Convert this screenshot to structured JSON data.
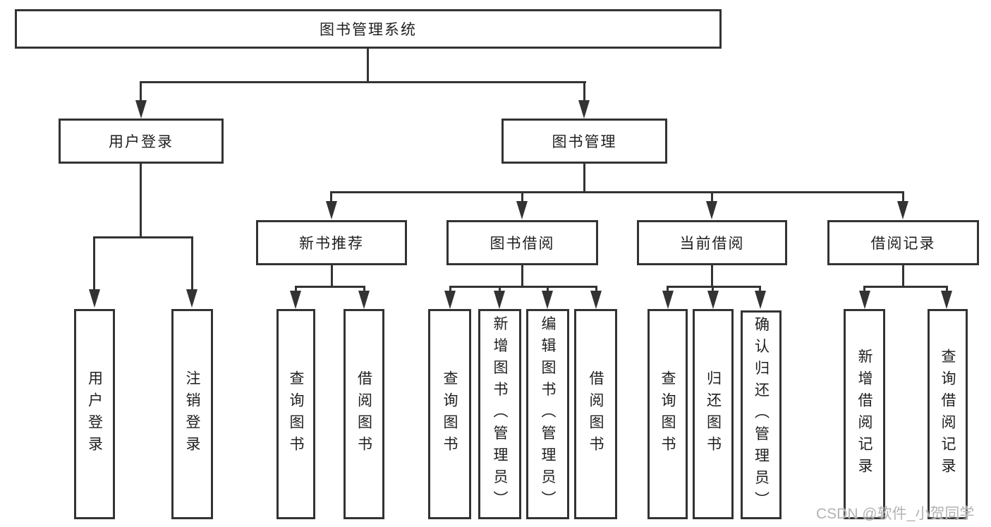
{
  "diagram": {
    "root": {
      "label": "图书管理系统"
    },
    "branches": [
      {
        "label": "用户登录",
        "children": [
          {
            "label": "用户登录"
          },
          {
            "label": "注销登录"
          }
        ]
      },
      {
        "label": "图书管理",
        "children": [
          {
            "label": "新书推荐",
            "children": [
              {
                "label": "查询图书"
              },
              {
                "label": "借阅图书"
              }
            ]
          },
          {
            "label": "图书借阅",
            "children": [
              {
                "label": "查询图书"
              },
              {
                "label": "新增图书（管理员）"
              },
              {
                "label": "编辑图书（管理员）"
              },
              {
                "label": "借阅图书"
              }
            ]
          },
          {
            "label": "当前借阅",
            "children": [
              {
                "label": "查询图书"
              },
              {
                "label": "归还图书"
              },
              {
                "label": "确认归还（管理员）"
              }
            ]
          },
          {
            "label": "借阅记录",
            "children": [
              {
                "label": "新增借阅记录"
              },
              {
                "label": "查询借阅记录"
              }
            ]
          }
        ]
      }
    ],
    "colors": {
      "line": "#333333",
      "text": "#1f1f1f",
      "background": "#ffffff",
      "watermark": "#b3b3b3"
    }
  },
  "watermark": {
    "text": "CSDN @软件_小贺同学"
  }
}
